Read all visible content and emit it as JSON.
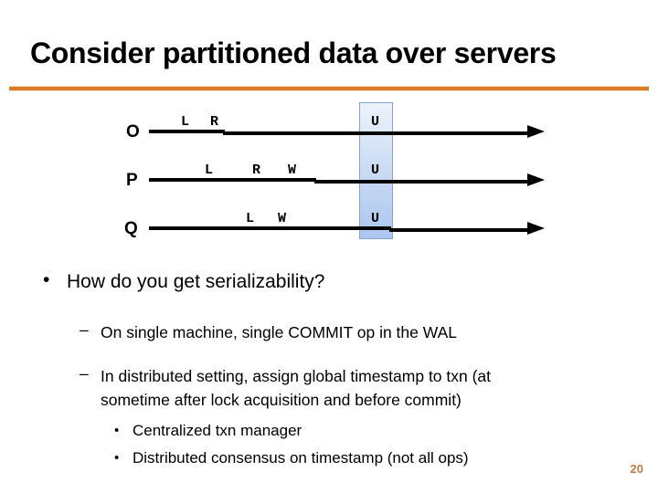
{
  "slide": {
    "title": "Consider partitioned data over servers",
    "page_number": "20"
  },
  "colors": {
    "accent_rule": "#DB7A28",
    "page_number_color": "#BF7B45",
    "band_border": "#88A4CC",
    "band_fill_top": "#EDF3FC",
    "band_fill_bottom": "#ABC6EE",
    "timeline_color": "#000000"
  },
  "diagram": {
    "rows": [
      {
        "server": "O",
        "events": [
          {
            "label": "L"
          },
          {
            "label": "R"
          },
          {
            "label": "U"
          }
        ]
      },
      {
        "server": "P",
        "events": [
          {
            "label": "L"
          },
          {
            "label": "R"
          },
          {
            "label": "W"
          },
          {
            "label": "U"
          }
        ]
      },
      {
        "server": "Q",
        "events": [
          {
            "label": "L"
          },
          {
            "label": "W"
          },
          {
            "label": "U"
          }
        ]
      }
    ]
  },
  "bullets": {
    "main_marker": "•",
    "main": "How do you get serializability?",
    "dash_marker": "–",
    "sub1": "On single machine, single COMMIT op in the WAL",
    "sub2": "In distributed setting, assign global timestamp to txn (at sometime after lock acquisition and before commit)",
    "sub_marker": "•",
    "sub_sub1": "Centralized txn manager",
    "sub_sub2": "Distributed consensus on timestamp (not all ops)"
  }
}
